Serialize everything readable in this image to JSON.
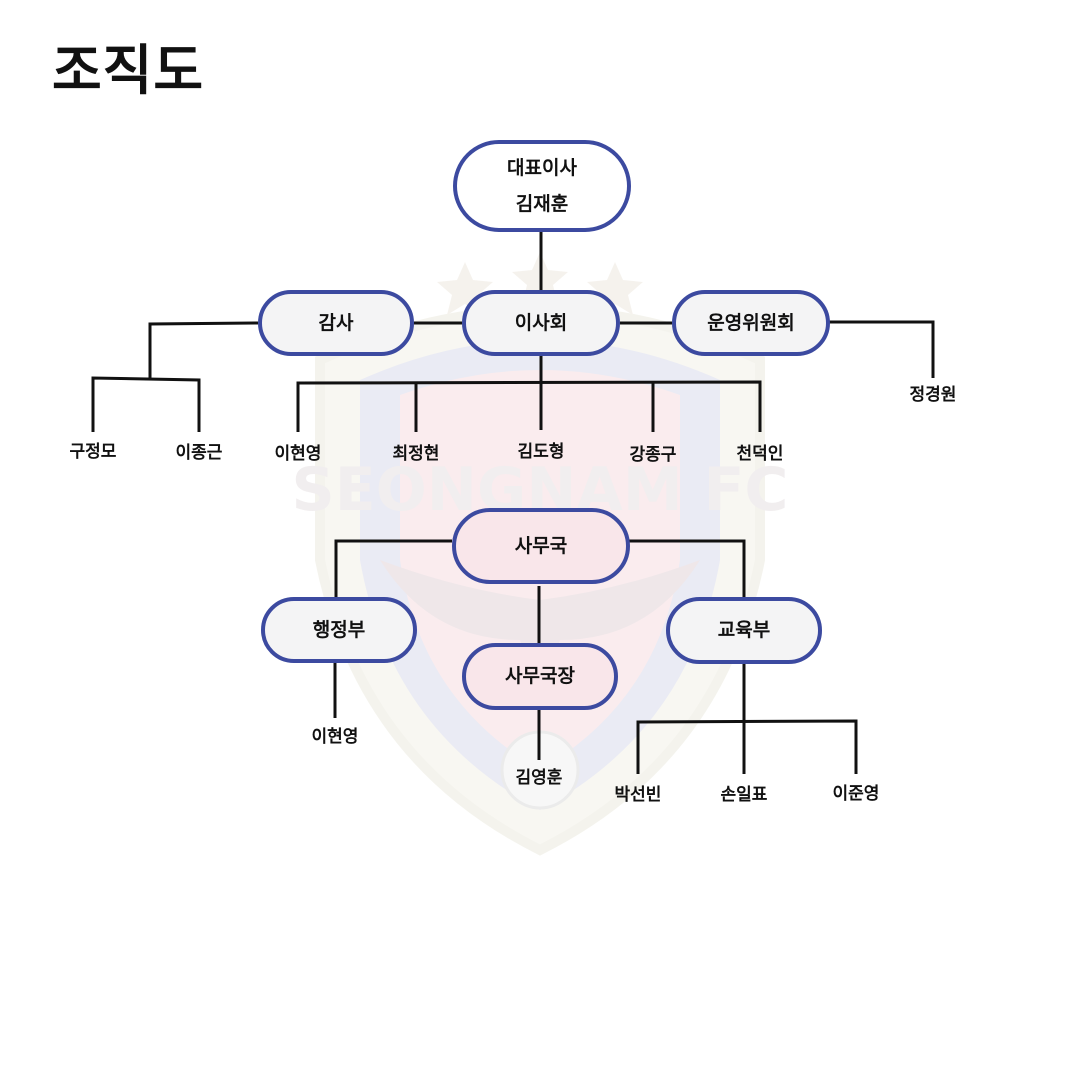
{
  "title": "조직도",
  "colors": {
    "node_border": "#3c4aa0",
    "line": "#111111",
    "watermark_red": "#e8a6ae",
    "watermark_blue": "#b9bddc"
  },
  "watermark": {
    "text": "SEONGNAM FC",
    "icon": "seongnam-fc-emblem"
  },
  "nodes": {
    "ceo": {
      "role": "대표이사",
      "name": "김재훈"
    },
    "audit": "감사",
    "board": "이사회",
    "ops_committee": "운영위원회",
    "secretariat": "사무국",
    "admin_dept": "행정부",
    "secretary_general": "사무국장",
    "education_dept": "교육부"
  },
  "people": {
    "audit": [
      "구정모",
      "이종근"
    ],
    "board": [
      "이현영",
      "최정현",
      "김도형",
      "강종구",
      "천덕인"
    ],
    "ops_committee": [
      "정경원"
    ],
    "admin_dept": [
      "이현영"
    ],
    "secretary_general": [
      "김영훈"
    ],
    "education_dept": [
      "박선빈",
      "손일표",
      "이준영"
    ]
  }
}
